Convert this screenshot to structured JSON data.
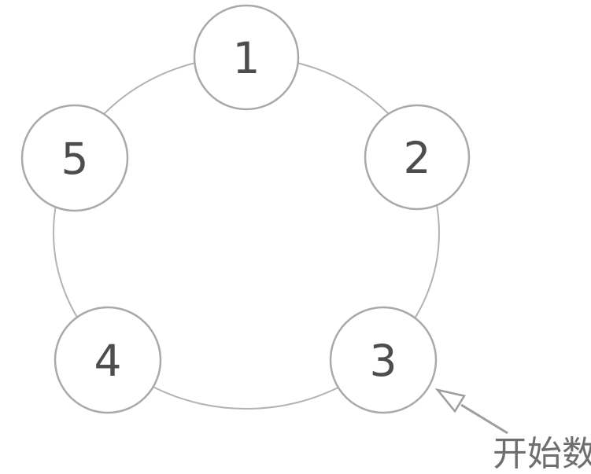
{
  "diagram": {
    "type": "circular-ring-diagram",
    "description": "Five numbered circles arranged clockwise on a ring; an arrow marks circle 3 as the starting point for counting",
    "nodes": [
      {
        "label": "1",
        "position": "top"
      },
      {
        "label": "2",
        "position": "upper-right"
      },
      {
        "label": "3",
        "position": "lower-right"
      },
      {
        "label": "4",
        "position": "lower-left"
      },
      {
        "label": "5",
        "position": "upper-left"
      }
    ],
    "annotation": {
      "label": "开始数",
      "points_to_node": "3"
    },
    "colors": {
      "background": "#ffffff",
      "ring_stroke": "#b3b3b3",
      "node_border": "#a9a9a9",
      "node_fill": "#ffffff",
      "node_label": "#4d4d4d",
      "arrow": "#9e9e9e",
      "annotation_text": "#6e6e6e"
    }
  }
}
